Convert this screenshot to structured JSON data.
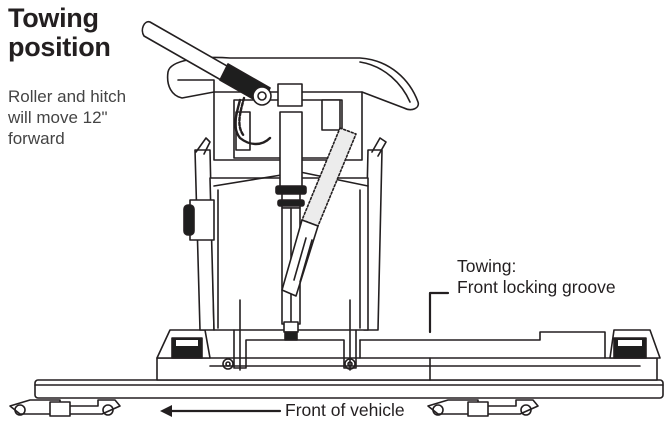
{
  "title_line1": "Towing",
  "title_line2": "position",
  "subtitle_lines": [
    "Roller and hitch",
    "will move 12\"",
    "forward"
  ],
  "callout_towing_line1": "Towing:",
  "callout_towing_line2": "Front locking groove",
  "callout_front": "Front of vehicle",
  "colors": {
    "line": "#231f20",
    "fill_light": "#f4f4f4",
    "fill_dark": "#1e1e1e"
  }
}
